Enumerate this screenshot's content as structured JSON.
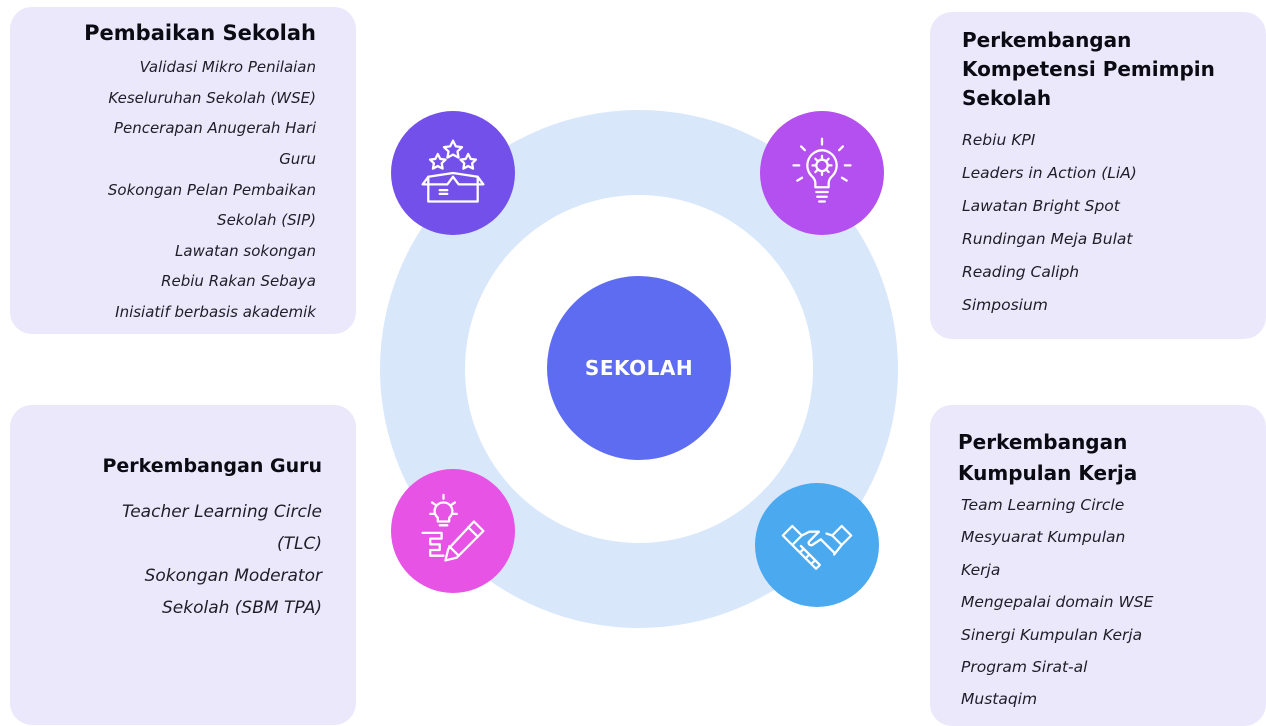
{
  "center": {
    "label": "SEKOLAH"
  },
  "panels": {
    "top_left": {
      "title": "Pembaikan Sekolah",
      "items": [
        "Validasi Mikro Penilaian",
        "Keseluruhan Sekolah (WSE)",
        "Pencerapan Anugerah Hari",
        "Guru",
        "Sokongan Pelan Pembaikan",
        "Sekolah (SIP)",
        "Lawatan sokongan",
        "Rebiu Rakan Sebaya",
        "Inisiatif berbasis akademik"
      ],
      "icon": "box-stars-icon",
      "color": "#7350ea"
    },
    "top_right": {
      "title_lines": [
        "Perkembangan",
        "Kompetensi Pemimpin",
        "Sekolah"
      ],
      "items": [
        "Rebiu KPI",
        "Leaders in Action (LiA)",
        "Lawatan Bright Spot",
        "Rundingan Meja Bulat",
        "Reading Caliph",
        "Simposium"
      ],
      "icon": "lightbulb-gear-icon",
      "color": "#b44ff0"
    },
    "bottom_left": {
      "title": "Perkembangan Guru",
      "items": [
        "Teacher Learning Circle",
        "(TLC)",
        "Sokongan Moderator",
        "Sekolah (SBM TPA)"
      ],
      "icon": "idea-pencil-icon",
      "color": "#e653e5"
    },
    "bottom_right": {
      "title_lines": [
        "Perkembangan",
        "Kumpulan Kerja"
      ],
      "items": [
        "Team Learning Circle",
        "Mesyuarat Kumpulan",
        "Kerja",
        "Mengepalai domain WSE",
        "Sinergi Kumpulan Kerja",
        "Program Sirat-al",
        "Mustaqim"
      ],
      "icon": "handshake-icon",
      "color": "#4ba9f0"
    }
  },
  "colors": {
    "panel_bg": "#ece8fb",
    "ring": "#d9e7fb",
    "center": "#5e6cf2"
  }
}
